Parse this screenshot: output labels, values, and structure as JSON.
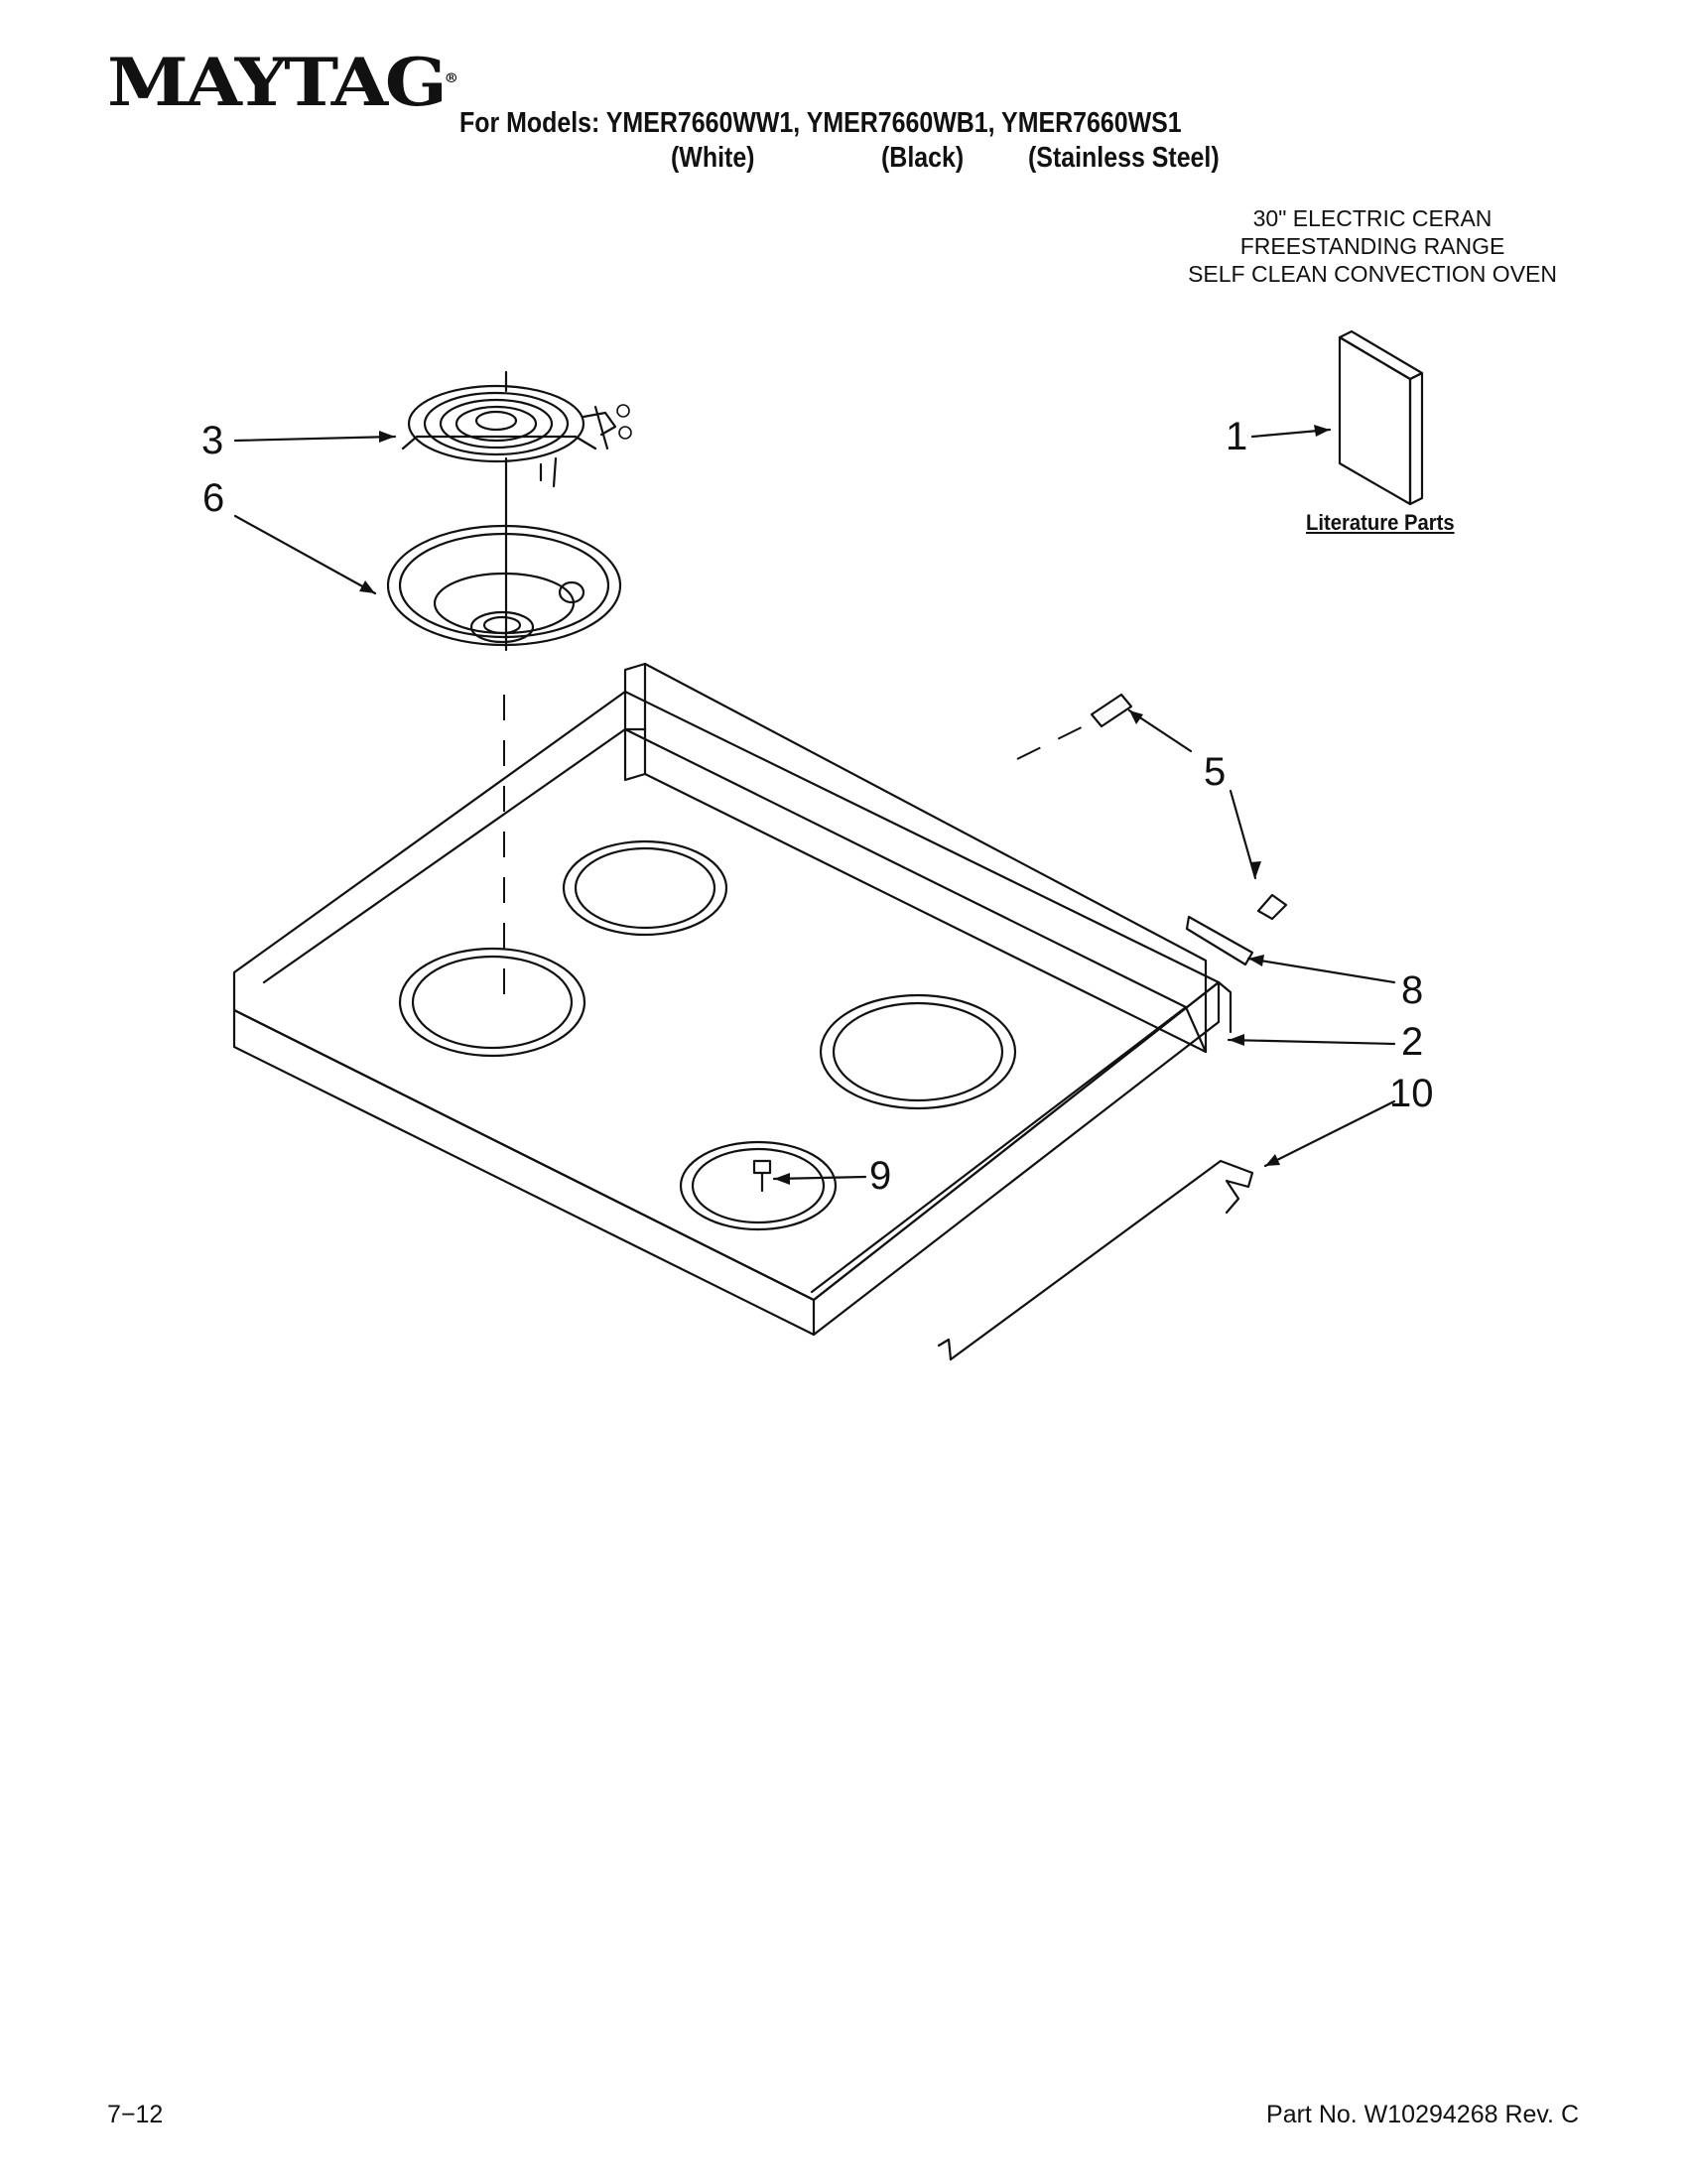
{
  "header": {
    "brand": "MAYTAG",
    "brand_mark": "®",
    "models_line": "For Models: YMER7660WW1, YMER7660WB1, YMER7660WS1",
    "colors": [
      "(White)",
      "(Black)",
      "(Stainless Steel)"
    ]
  },
  "description": [
    "30\" ELECTRIC CERAN",
    "FREESTANDING RANGE",
    "SELF CLEAN CONVECTION OVEN"
  ],
  "literature_label": "Literature Parts",
  "callouts": {
    "c1": "1",
    "c2": "2",
    "c3": "3",
    "c5": "5",
    "c6": "6",
    "c8": "8",
    "c9": "9",
    "c10": "10"
  },
  "footer": {
    "page": "7−12",
    "part_no": "Part No. W10294268 Rev. C"
  }
}
